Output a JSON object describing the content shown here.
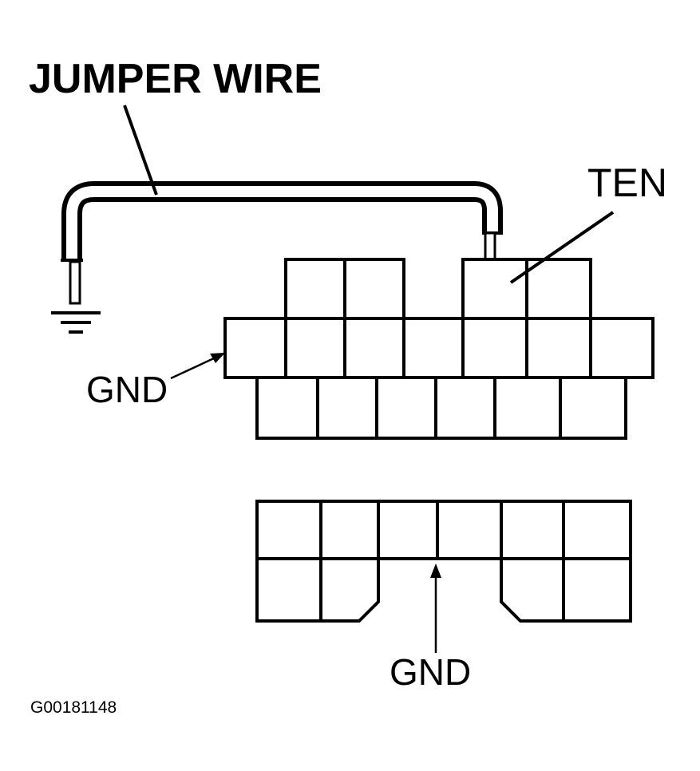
{
  "labels": {
    "jumper_wire": "JUMPER WIRE",
    "ten": "TEN",
    "gnd_upper": "GND",
    "gnd_lower": "GND",
    "figure_id": "G00181148"
  },
  "colors": {
    "ink": "#000000",
    "paper": "#ffffff"
  }
}
